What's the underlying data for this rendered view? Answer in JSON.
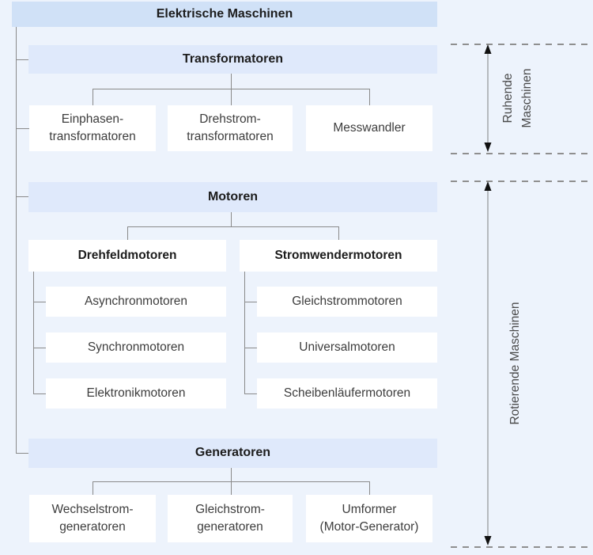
{
  "colors": {
    "canvas_bg": "#edf3fc",
    "root_bar_bg": "#d0e1f7",
    "section_bar_bg": "#dfe9fb",
    "box_bg": "#ffffff",
    "line": "#8a8a8a",
    "dash_line": "#8f8f8f",
    "arrow_head": "#111111",
    "heading_text": "#1c1c1c",
    "body_text": "#3d3d3d",
    "annotation_text": "#4a4a4a"
  },
  "tree": {
    "root": "Elektrische Maschinen",
    "transformatoren": {
      "label": "Transformatoren",
      "children": [
        "Einphasen-\ntransformatoren",
        "Drehstrom-\ntransformatoren",
        "Messwandler"
      ]
    },
    "motoren": {
      "label": "Motoren",
      "groups": [
        {
          "label": "Drehfeldmotoren",
          "children": [
            "Asynchronmotoren",
            "Synchronmotoren",
            "Elektronikmotoren"
          ]
        },
        {
          "label": "Stromwendermotoren",
          "children": [
            "Gleichstrommotoren",
            "Universalmotoren",
            "Scheibenläufermotoren"
          ]
        }
      ]
    },
    "generatoren": {
      "label": "Generatoren",
      "children": [
        "Wechselstrom-\ngeneratoren",
        "Gleichstrom-\ngeneratoren",
        "Umformer\n(Motor-Generator)"
      ]
    }
  },
  "annotations": {
    "ruhende": "Ruhende\nMaschinen",
    "rotierende": "Rotierende Maschinen"
  }
}
